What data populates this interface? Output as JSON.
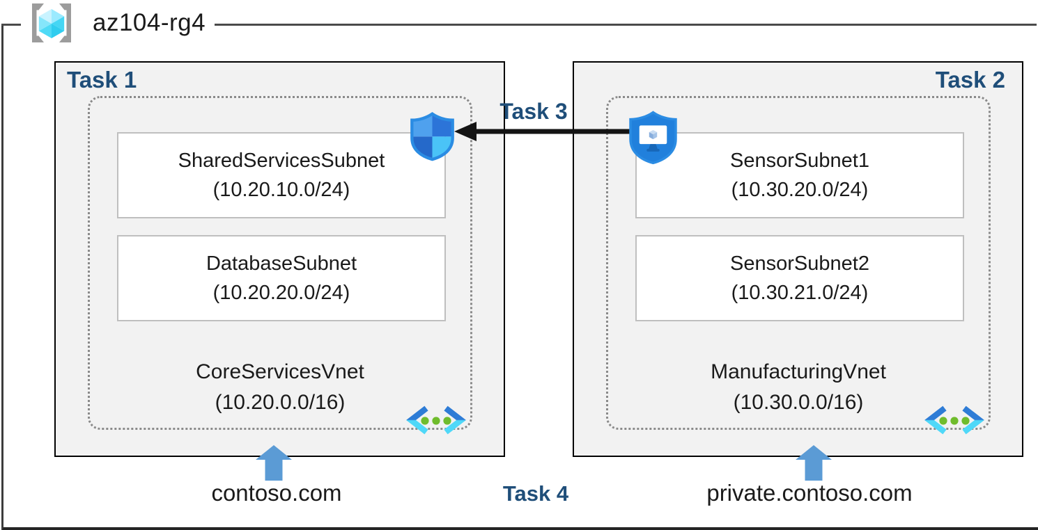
{
  "colors": {
    "navy": "#1F4E79",
    "box-bg": "#F2F2F2",
    "blue-arrow": "#5B9BD5",
    "ink": "#1a1a1a"
  },
  "header": {
    "resource_group_name": "az104-rg4"
  },
  "vnets": [
    {
      "task_label": "Task 1",
      "name": "CoreServicesVnet",
      "address_space": "(10.20.0.0/16)",
      "dns_label": "contoso.com",
      "subnets": [
        {
          "name": "SharedServicesSubnet",
          "range": "(10.20.10.0/24)"
        },
        {
          "name": "DatabaseSubnet",
          "range": "(10.20.20.0/24)"
        }
      ]
    },
    {
      "task_label": "Task 2",
      "name": "ManufacturingVnet",
      "address_space": "(10.30.0.0/16)",
      "dns_label": "private.contoso.com",
      "subnets": [
        {
          "name": "SensorSubnet1",
          "range": "(10.30.20.0/24)"
        },
        {
          "name": "SensorSubnet2",
          "range": "(10.30.21.0/24)"
        }
      ]
    }
  ],
  "annotations": {
    "task3": "Task 3",
    "task4": "Task 4"
  },
  "icons": {
    "resource_group": "resource-group-brackets-cube",
    "nsg": "network-security-group-shield",
    "asg": "application-security-group-shield",
    "vnet": "virtual-network-chevrons",
    "dns_pointer": "blue-up-arrow",
    "peering": "black-left-arrow"
  }
}
